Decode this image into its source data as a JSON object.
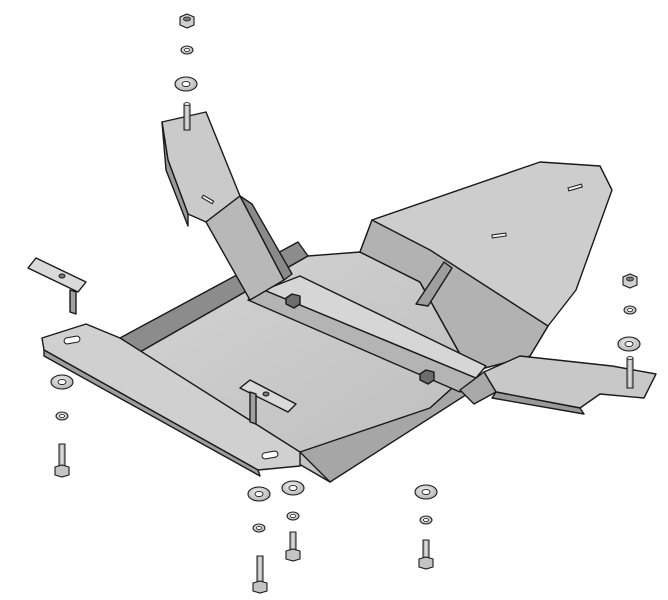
{
  "diagram": {
    "kind": "exploded-assembly",
    "subject": "skid-plate-with-mounting-brackets",
    "colors": {
      "plate_top": "#c8c8c8",
      "plate_side": "#9a9a9a",
      "plate_dark": "#7e7e7e",
      "plate_light": "#dcdcdc",
      "outline": "#1a1a1a",
      "background": "#ffffff"
    },
    "parts": [
      {
        "id": "skid-plate",
        "label": ""
      },
      {
        "id": "upper-left-bracket",
        "label": ""
      },
      {
        "id": "right-bracket",
        "label": ""
      },
      {
        "id": "left-flange",
        "label": ""
      },
      {
        "id": "clip-nut-left",
        "label": ""
      },
      {
        "id": "clip-nut-center",
        "label": ""
      },
      {
        "id": "fastener-stack-top",
        "label": ""
      },
      {
        "id": "fastener-stack-right",
        "label": ""
      },
      {
        "id": "fastener-stack-left",
        "label": ""
      },
      {
        "id": "fastener-stack-bottom",
        "label": ""
      }
    ]
  }
}
